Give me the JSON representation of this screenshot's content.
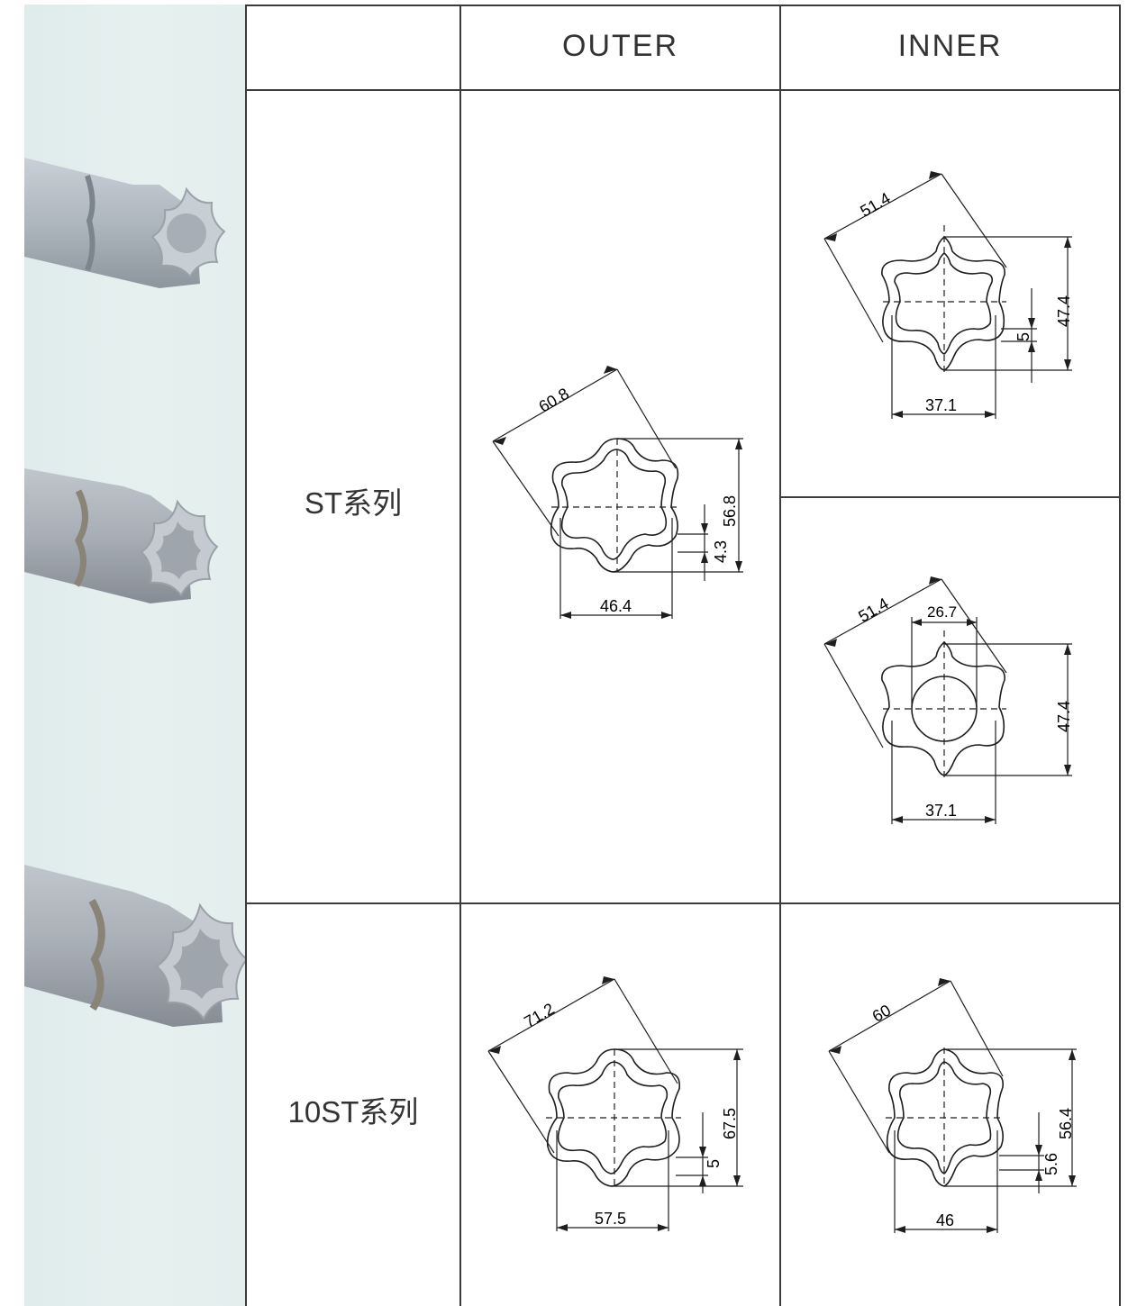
{
  "table": {
    "header": {
      "blank": "",
      "outer": "OUTER",
      "inner": "INNER"
    },
    "rows": [
      {
        "series": "ST系列"
      },
      {
        "series": "10ST系列"
      }
    ]
  },
  "drawings": {
    "st_outer": {
      "diag": "60.8",
      "height": "56.8",
      "thickness": "4.3",
      "width": "46.4"
    },
    "st_inner_a": {
      "diag": "51.4",
      "height": "47.4",
      "thickness": "5",
      "width": "37.1"
    },
    "st_inner_b": {
      "diag": "51.4",
      "bore": "26.7",
      "height": "47.4",
      "width": "37.1"
    },
    "tst_outer": {
      "diag": "71.2",
      "height": "67.5",
      "thickness": "5",
      "width": "57.5"
    },
    "tst_inner": {
      "diag": "60",
      "height": "56.4",
      "thickness": "5.6",
      "width": "46"
    }
  },
  "colors": {
    "photo_bg": "#e3eeed",
    "tube": "#b4bbc2",
    "grid": "#3c3c3c"
  }
}
